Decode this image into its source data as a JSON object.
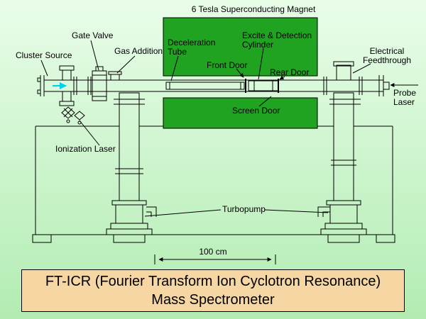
{
  "title_box": {
    "line1": "FT-ICR (Fourier Transform Ion Cyclotron Resonance)",
    "line2": "Mass Spectrometer"
  },
  "labels": {
    "magnet": "6 Tesla Superconducting Magnet",
    "gate_valve": "Gate Valve",
    "cluster_source": "Cluster Source",
    "gas_addition": "Gas Addition",
    "deceleration_tube": "Deceleration Tube",
    "excite_detection_cylinder": "Excite & Detection Cylinder",
    "front_door": "Front Door",
    "rear_door": "Rear Door",
    "screen_door": "Screen Door",
    "electrical_feedthrough": "Electrical Feedthrough",
    "probe_laser": "Probe Laser",
    "ionization_laser": "Ionization Laser",
    "turbopump": "Turbopump",
    "scale": "100 cm"
  },
  "colors": {
    "magnet_green": "#20a320",
    "title_background": "#f6d7a3",
    "line_black": "#000000",
    "beam_cyan": "#00cfee",
    "background_top": "#e9fde9",
    "background_bottom": "#b2ecb2"
  }
}
